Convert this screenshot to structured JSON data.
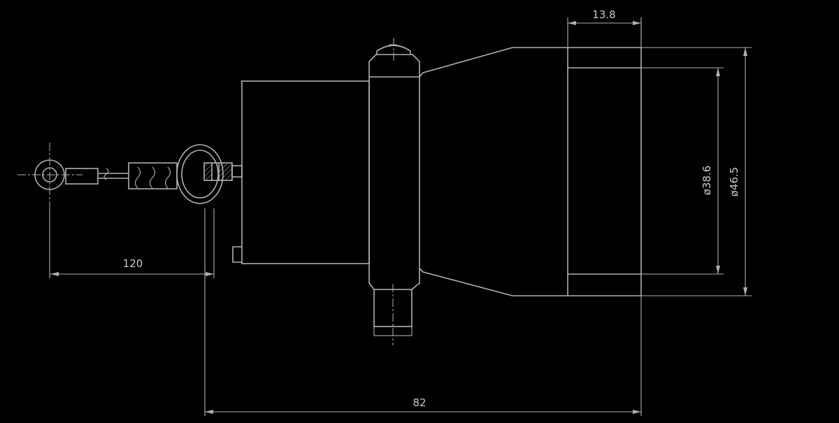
{
  "drawing": {
    "kind": "technical-drawing-connector-side-view",
    "dimensions": {
      "rear_section_length": "13.8",
      "inner_diameter": "ø38.6",
      "outer_diameter": "ø46.5",
      "key_lanyard_length": "120",
      "housing_length": "82"
    },
    "colors": {
      "background": "#000000",
      "line": "#b0b0b0",
      "text": "#c9c9c9"
    }
  }
}
